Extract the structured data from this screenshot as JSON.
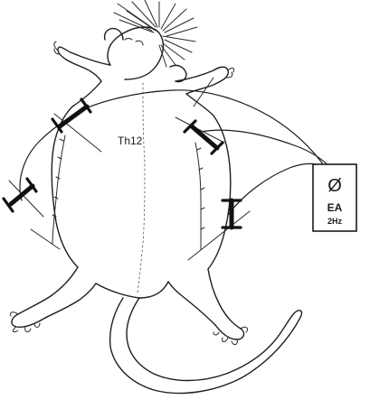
{
  "diagram": {
    "vertebra_label": "Th12",
    "stimulator": {
      "symbol": "Ø",
      "line1": "EA",
      "line2": "2Hz"
    }
  }
}
